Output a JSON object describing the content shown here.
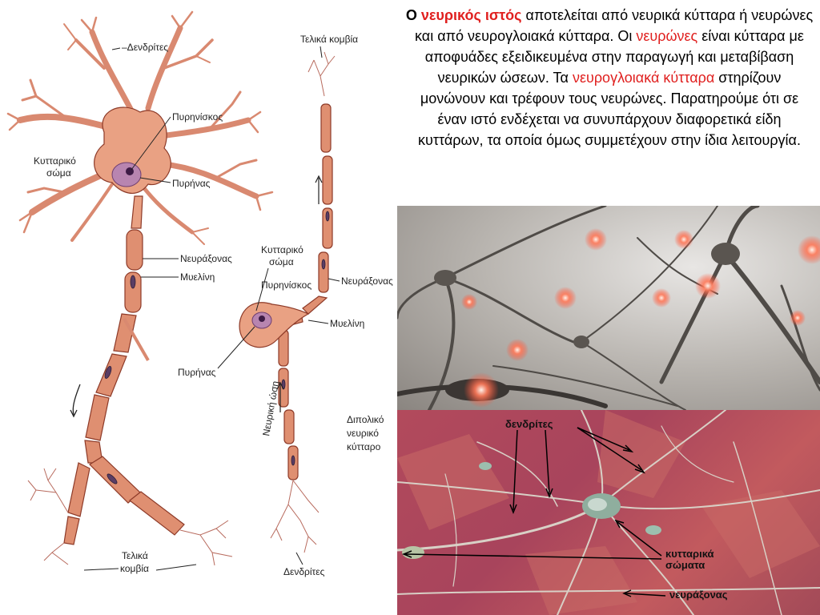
{
  "diagram": {
    "multipolar_labels": {
      "dendrites": "–Δενδρίτες",
      "nucleolus": "Πυρηνίσκος",
      "cell_body": [
        "Κυτταρικό",
        "σώμα"
      ],
      "nucleus": "Πυρήνας",
      "axon": "Νευράξονας",
      "myelin": "Μυελίνη",
      "terminal_buttons": [
        "Τελικά",
        "κομβία"
      ]
    },
    "bipolar_labels": {
      "terminal_buttons": "Τελικά κομβία",
      "cell_body": [
        "Κυτταρικό",
        "σώμα"
      ],
      "nucleolus": "Πυρηνίσκος",
      "axon": "Νευράξονας",
      "myelin": "Μυελίνη",
      "nucleus": "Πυρήνας",
      "nerve_impulse": "Νευρική ώση",
      "cell_type": [
        "Διπολικό",
        "νευρικό",
        "κύτταρο"
      ],
      "dendrites": "Δενδρίτες"
    }
  },
  "text": {
    "p1_start": "Ο ",
    "p1_term": "νευρικός ιστός",
    "p1_rest": " αποτελείται από νευρικά κύτταρα ή νευρώνες και από νευρογλοιακά κύτταρα. Οι ",
    "p2_term": "νευρώνες",
    "p2_rest": " είναι κύτταρα με αποφυάδες εξειδικευμένα στην παραγωγή και μεταβίβαση νευρικών ώσεων. Τα ",
    "p3_term": "νευρογλοιακά κύτταρα",
    "p3_rest": " στηρίζουν μονώνουν και τρέφουν τους νευρώνες. Παρατηρούμε ότι σε έναν ιστό ενδέχεται να συνυπάρχουν διαφορετικά είδη κυττάρων, τα οποία όμως συμμετέχουν στην ίδια λειτουργία."
  },
  "micrograph": {
    "dendrites": "δενδρίτες",
    "cell_bodies": [
      "κυτταρικά",
      "σώματα"
    ],
    "axon": "νευράξονας"
  },
  "colors": {
    "highlight_red": "#e0201f",
    "neuron_fill": "#df8f71",
    "neuron_outline": "#8d3a28"
  }
}
